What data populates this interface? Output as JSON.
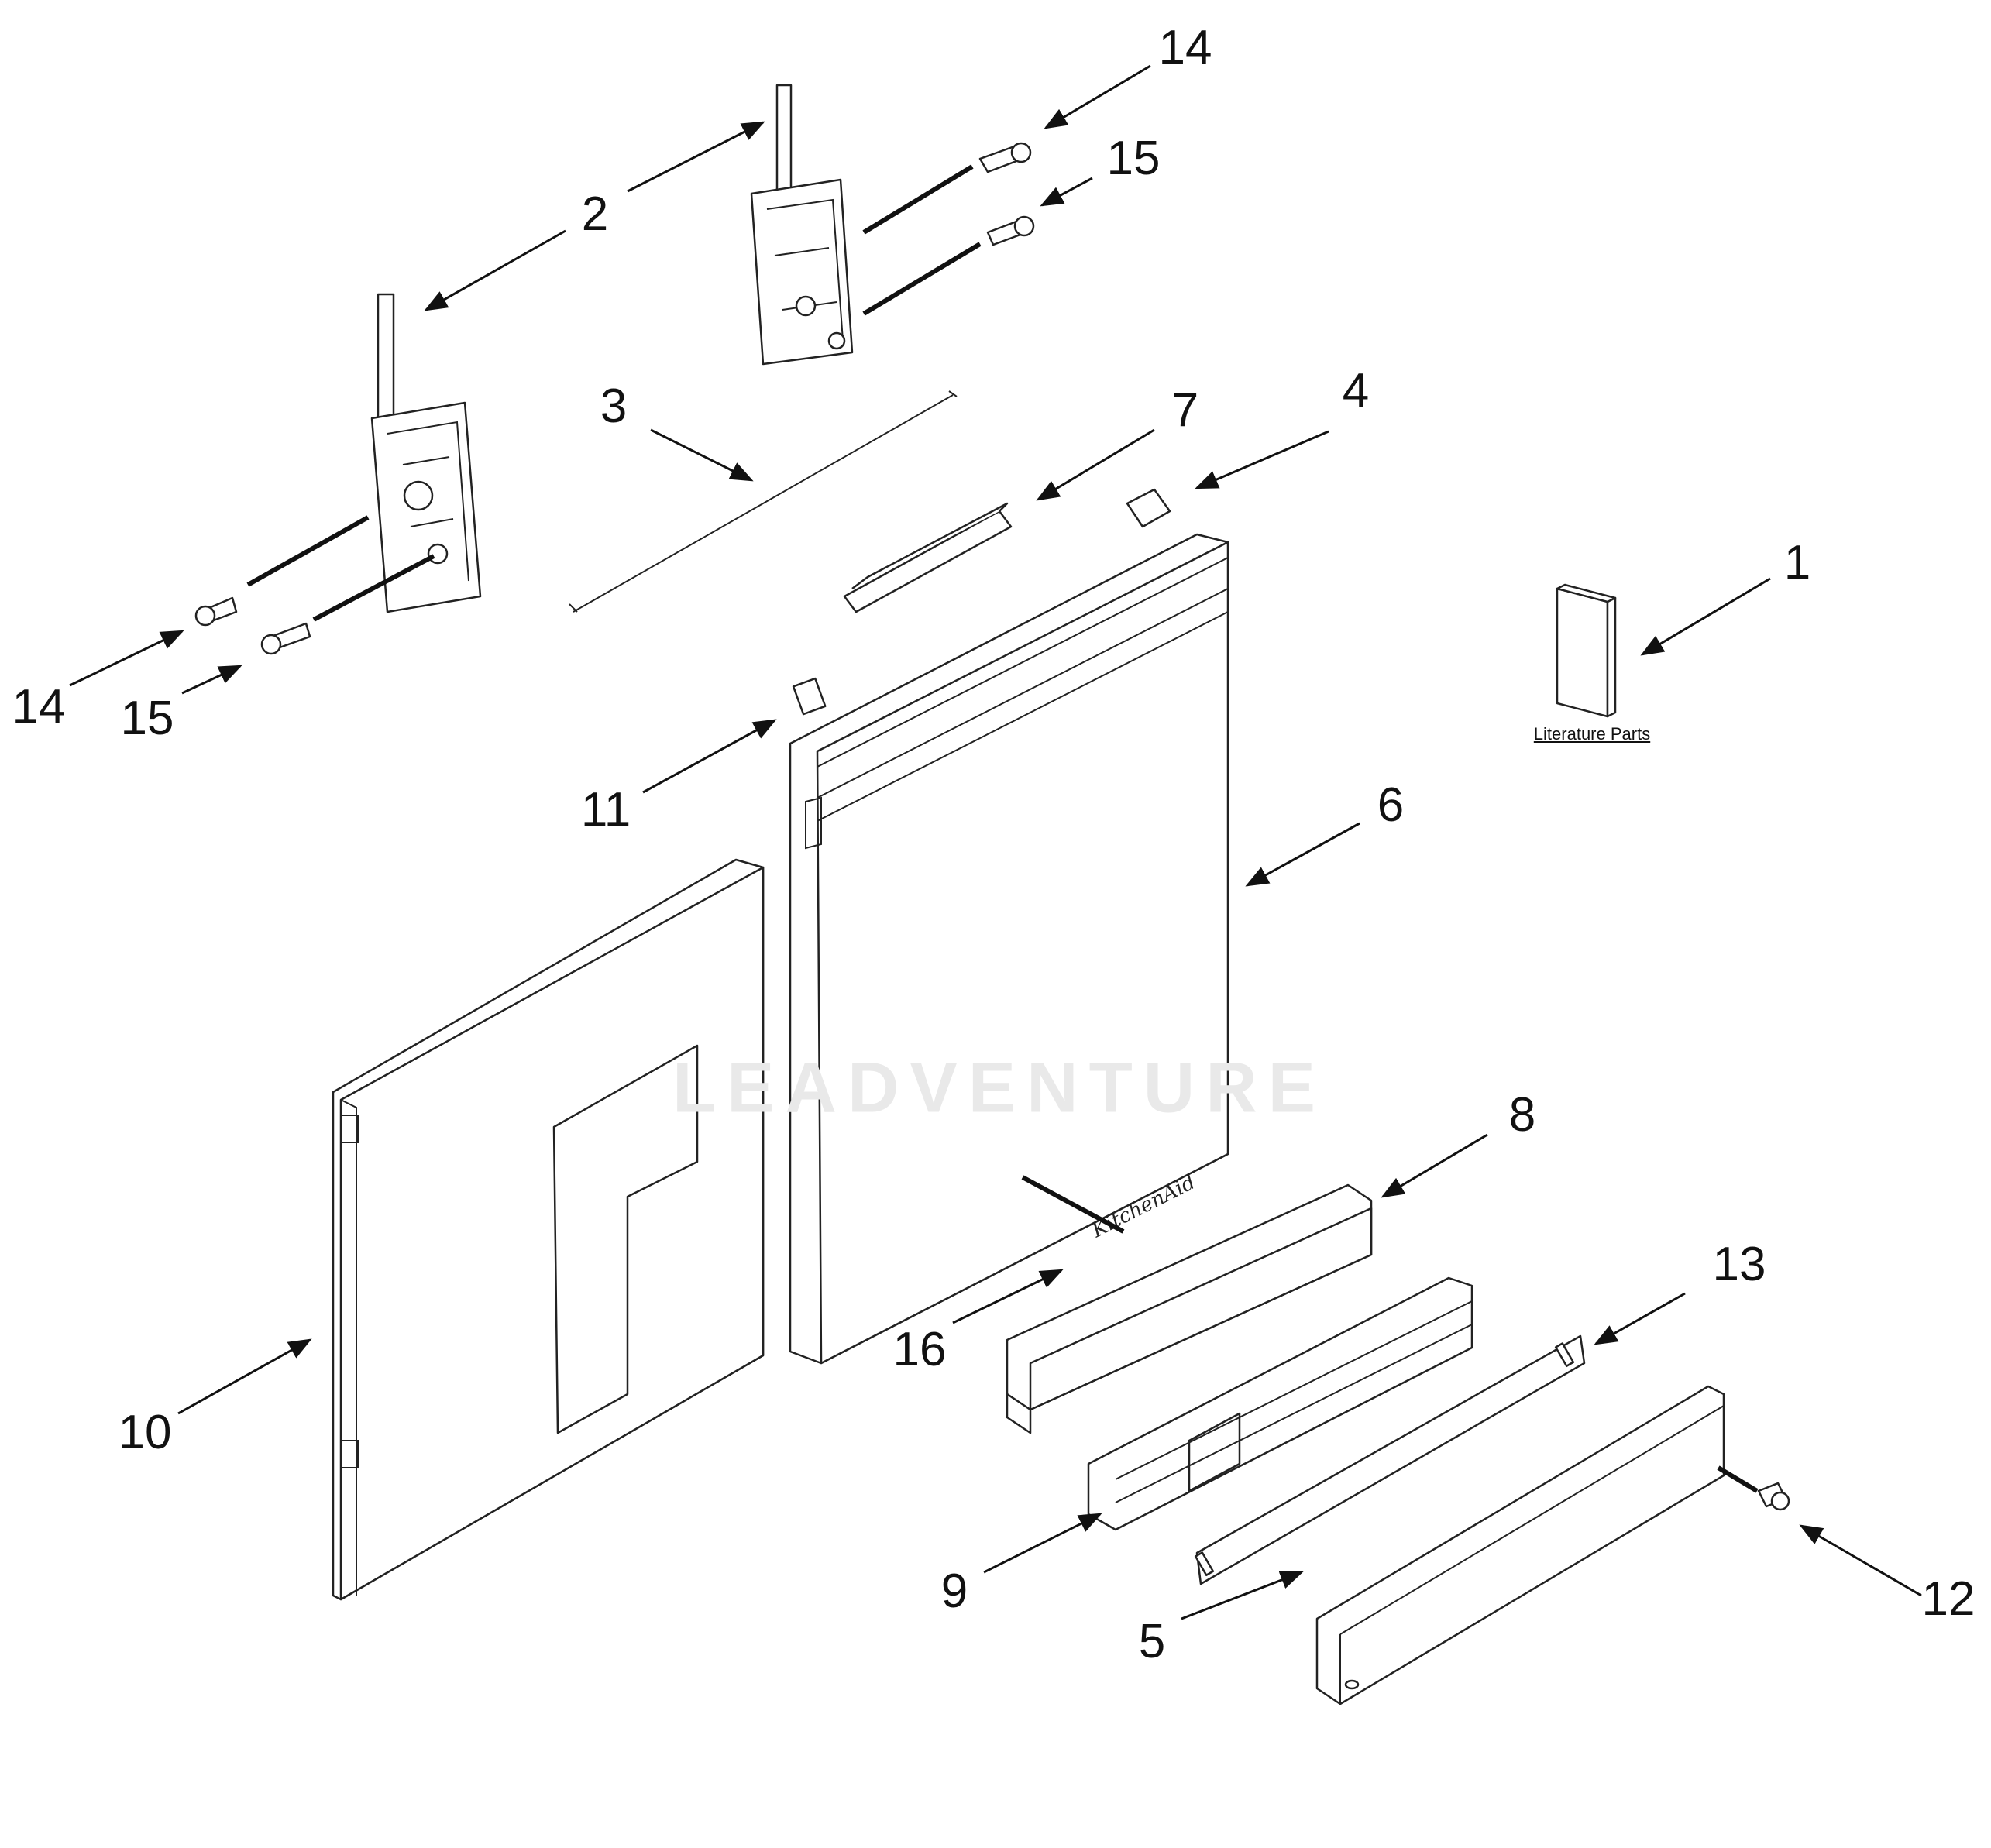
{
  "diagram": {
    "callouts": [
      {
        "id": "1",
        "label": "1"
      },
      {
        "id": "2",
        "label": "2"
      },
      {
        "id": "3",
        "label": "3"
      },
      {
        "id": "4",
        "label": "4"
      },
      {
        "id": "5",
        "label": "5"
      },
      {
        "id": "6",
        "label": "6"
      },
      {
        "id": "7",
        "label": "7"
      },
      {
        "id": "8",
        "label": "8"
      },
      {
        "id": "9",
        "label": "9"
      },
      {
        "id": "10",
        "label": "10"
      },
      {
        "id": "11",
        "label": "11"
      },
      {
        "id": "12",
        "label": "12"
      },
      {
        "id": "13",
        "label": "13"
      },
      {
        "id": "14a",
        "label": "14"
      },
      {
        "id": "14b",
        "label": "14"
      },
      {
        "id": "15a",
        "label": "15"
      },
      {
        "id": "15b",
        "label": "15"
      },
      {
        "id": "16",
        "label": "16"
      }
    ],
    "literature_label": "Literature Parts",
    "watermark_text": "LEADVENTURE",
    "door_logo_text": "KitchenAid"
  }
}
